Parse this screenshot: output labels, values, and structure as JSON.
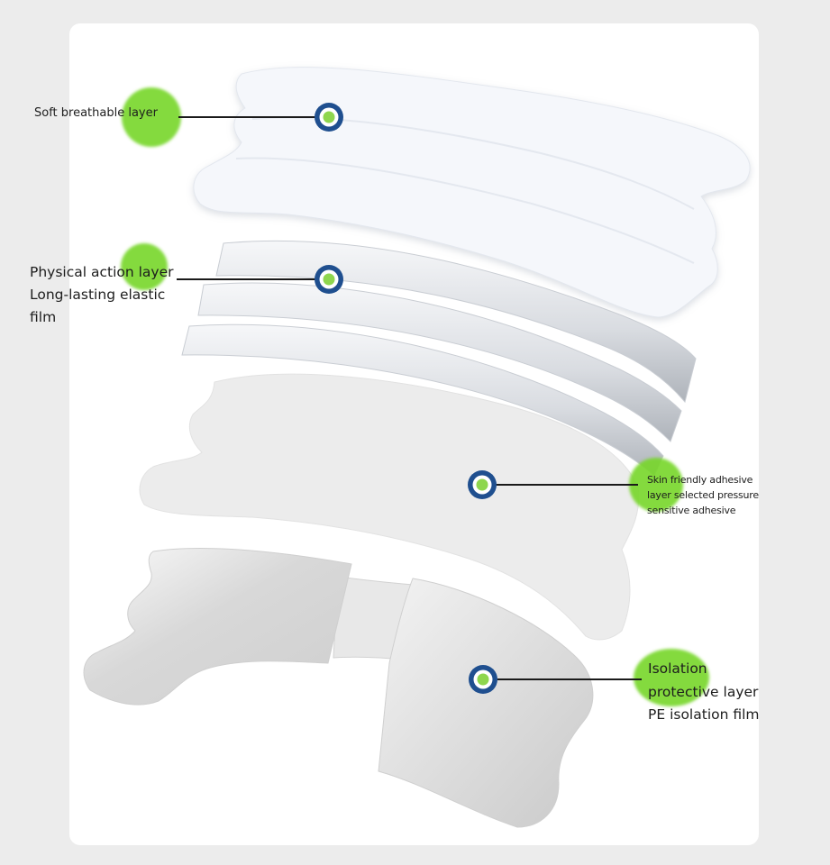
{
  "layers": [
    {
      "id": "soft-breathable",
      "lines": [
        "Soft breathable layer"
      ]
    },
    {
      "id": "physical-action",
      "lines": [
        "Physical action layer",
        "Long-lasting elastic",
        "film"
      ]
    },
    {
      "id": "skin-adhesive",
      "lines": [
        "Skin friendly adhesive",
        "layer selected pressure",
        "sensitive adhesive"
      ]
    },
    {
      "id": "isolation-protective",
      "lines": [
        "Isolation",
        "protective layer",
        "PE isolation film"
      ]
    }
  ],
  "colors": {
    "page_background": "#ececec",
    "card_background": "#ffffff",
    "highlight_green": "#77d62a",
    "marker_ring": "#1f4f8f",
    "marker_center": "#8ed64e",
    "leader_line": "#1a1a1a",
    "label_text": "#1d1d1d"
  },
  "icons": {
    "marker": "target-ring-icon",
    "highlight": "green-blob-icon"
  }
}
